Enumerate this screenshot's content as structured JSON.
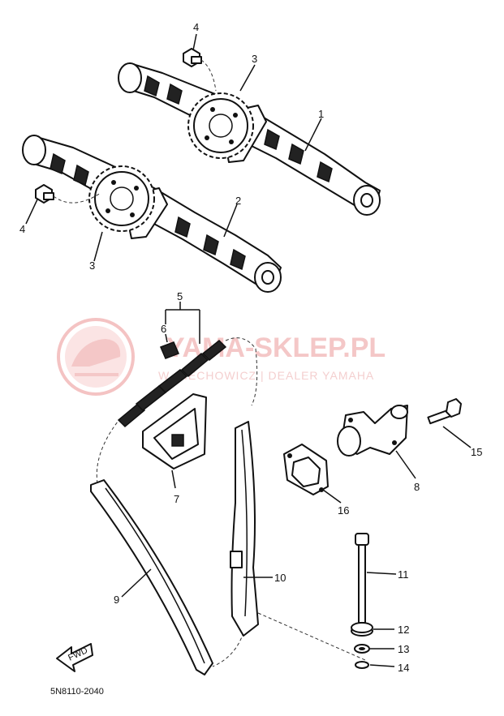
{
  "watermark": {
    "title": "YAMA-SKLEP.PL",
    "subtitle": "W. LIECHOWICZ | DEALER YAMAHA"
  },
  "diagram_code": "5N8110-2040",
  "fwd_label": "FWD",
  "callouts": {
    "c1": "1",
    "c2": "2",
    "c3a": "3",
    "c3b": "3",
    "c4a": "4",
    "c4b": "4",
    "c5": "5",
    "c6": "6",
    "c7": "7",
    "c8": "8",
    "c9": "9",
    "c10": "10",
    "c11": "11",
    "c12": "12",
    "c13": "13",
    "c14": "14",
    "c15": "15",
    "c16": "16"
  }
}
